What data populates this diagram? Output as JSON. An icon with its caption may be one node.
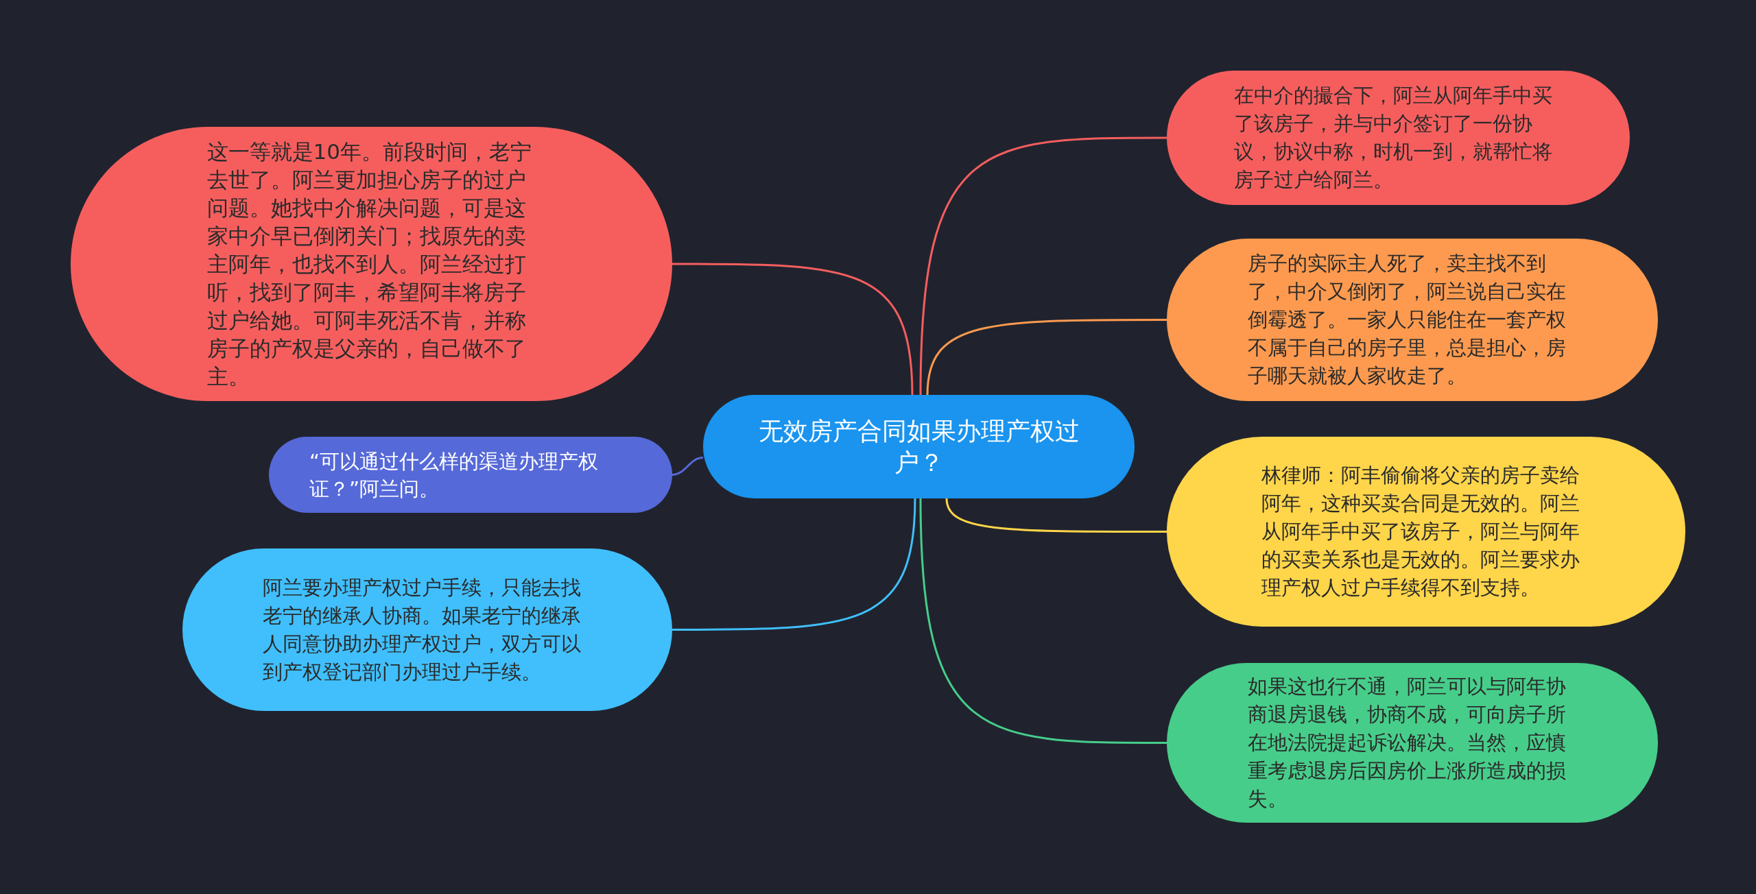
{
  "diagram": {
    "nodes": [
      {
        "text": [
          "无效房产合同如果办理产权过户？"
        ]
      },
      {
        "text": [
          "这一等就是10年。前段时间，老宁去世了。阿兰更加担心房子的过户问题。她找中介解决问题，可是这家中介早已倒闭关门；找原先的卖主阿年，也找不到人。阿兰经过打听，找到了阿丰，希望阿丰将房子过户给她。可阿丰死活不肯，并称房子的产权是父亲的，自己做不了主。"
        ]
      },
      {
        "text": [
          "“可以通过什么样的渠道办理产权证？”阿兰问。"
        ]
      },
      {
        "text": [
          "阿兰要办理产权过户手续，只能去找老宁的继承人协商。如果老宁的继承人同意协助办理产权过户，双方可以到产权登记部门办理过户手续。"
        ]
      },
      {
        "text": [
          "在中介的撮合下，阿兰从阿年手中买了该房子，并与中介签订了一份协议，协议中称，时机一到，就帮忙将房子过户给阿兰。"
        ]
      },
      {
        "text": [
          "房子的实际主人死了，卖主找不到了，中介又倒闭了，阿兰说自己实在倒霉透了。一家人只能住在一套产权不属于自己的房子里，总是担心，房子哪天就被人家收走了。"
        ]
      },
      {
        "text": [
          "林律师：阿丰偷偷将父亲的房子卖给阿年，这种买卖合同是无效的。阿兰从阿年手中买了该房子，阿兰与阿年的买卖关系也是无效的。阿兰要求办理产权人过户手续得不到支持。"
        ]
      },
      {
        "text": [
          "如果这也行不通，阿兰可以与阿年协商退房退钱，协商不成，可向房子所在地法院提起诉讼解决。当然，应慎重考虑退房后因房价上涨所造成的损失。"
        ]
      }
    ],
    "edges": [
      {
        "from": 0,
        "to": 1,
        "arrow": "none",
        "color": "#f65e5e"
      },
      {
        "from": 0,
        "to": 2,
        "arrow": "none",
        "color": "#5669d8"
      },
      {
        "from": 0,
        "to": 3,
        "arrow": "none",
        "color": "#40bffc"
      },
      {
        "from": 0,
        "to": 4,
        "arrow": "none",
        "color": "#f65e5e"
      },
      {
        "from": 0,
        "to": 5,
        "arrow": "none",
        "color": "#fd9a4f"
      },
      {
        "from": 0,
        "to": 6,
        "arrow": "none",
        "color": "#ffd54a"
      },
      {
        "from": 0,
        "to": 7,
        "arrow": "none",
        "color": "#47cd8a"
      }
    ]
  }
}
